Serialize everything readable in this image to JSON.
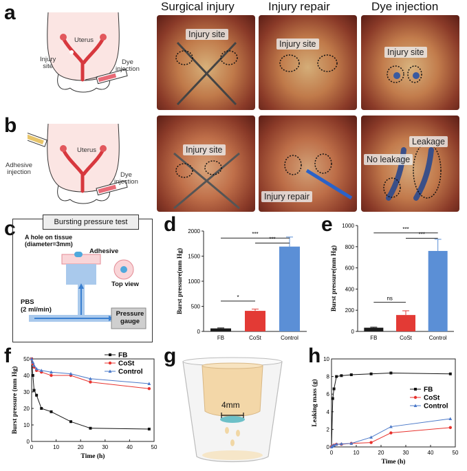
{
  "panels": {
    "a": {
      "label": "a",
      "uterus": "Uterus",
      "injury_site": "Injury\nsite",
      "dye_injection": "Dye\ninjection"
    },
    "b": {
      "label": "b",
      "uterus": "Uterus",
      "adhesive_injection": "Adhesive\ninjection",
      "dye_injection": "Dye\ninjection"
    },
    "c": {
      "label": "c",
      "title": "Bursting pressure test",
      "hole": "A hole on tissue\n(diameter=3mm)",
      "adhesive": "Adhesive",
      "top_view": "Top view",
      "pbs": "PBS\n(2 ml/min)",
      "gauge": "Pressure\ngauge"
    },
    "d": {
      "label": "d"
    },
    "e": {
      "label": "e"
    },
    "f": {
      "label": "f"
    },
    "g": {
      "label": "g",
      "dim": "4mm"
    },
    "h": {
      "label": "h"
    }
  },
  "photo_columns": [
    "Surgical injury",
    "Injury repair",
    "Dye injection"
  ],
  "photo_tags": {
    "a1": "Injury site",
    "a2": "Injury site",
    "a3": "Injury site",
    "b1": "Injury site",
    "b2": "Injury repair",
    "b3_left": "No leakage",
    "b3_right": "Leakage"
  },
  "colors": {
    "FB": "#111111",
    "CoSt": "#e8322d",
    "Control": "#4a78c8",
    "bar_FB": "#1a1a1a",
    "bar_CoSt": "#e33a35",
    "bar_Control": "#5b8fd6",
    "arrow_blue": "#3a7fd0"
  },
  "chart_data": [
    {
      "id": "d",
      "type": "bar",
      "categories": [
        "FB",
        "CoSt",
        "Control"
      ],
      "values": [
        60,
        410,
        1690
      ],
      "errors": [
        10,
        35,
        190
      ],
      "ylabel": "Burst pressure(mm Hg)",
      "ylim": [
        0,
        2000
      ],
      "yticks": [
        0,
        500,
        1000,
        1500,
        2000
      ],
      "significance": [
        {
          "from": 0,
          "to": 1,
          "label": "*"
        },
        {
          "from": 0,
          "to": 2,
          "label": "***"
        },
        {
          "from": 1,
          "to": 2,
          "label": "***"
        }
      ]
    },
    {
      "id": "e",
      "type": "bar",
      "categories": [
        "FB",
        "CoSt",
        "Control"
      ],
      "values": [
        35,
        155,
        760
      ],
      "errors": [
        5,
        40,
        110
      ],
      "ylabel": "Burst pressure(mm Hg)",
      "ylim": [
        0,
        1000
      ],
      "yticks": [
        0,
        200,
        400,
        600,
        800,
        1000
      ],
      "significance": [
        {
          "from": 0,
          "to": 1,
          "label": "ns"
        },
        {
          "from": 0,
          "to": 2,
          "label": "***"
        },
        {
          "from": 1,
          "to": 2,
          "label": "***"
        }
      ]
    },
    {
      "id": "f",
      "type": "line",
      "xlabel": "Time (h)",
      "ylabel": "Burst pressure (mm Hg)",
      "xlim": [
        0,
        50
      ],
      "ylim": [
        0,
        50
      ],
      "xticks": [
        0,
        10,
        20,
        30,
        40,
        50
      ],
      "yticks": [
        0,
        10,
        20,
        30,
        40,
        50
      ],
      "legend": "top-right",
      "series": [
        {
          "name": "FB",
          "marker": "square",
          "x": [
            0,
            0.5,
            1,
            2,
            4,
            8,
            16,
            24,
            48
          ],
          "y": [
            50,
            40,
            31,
            28,
            20,
            18,
            12,
            8,
            7.5
          ]
        },
        {
          "name": "CoSt",
          "marker": "circle",
          "x": [
            0,
            0.5,
            1,
            2,
            4,
            8,
            16,
            24,
            48
          ],
          "y": [
            50,
            47,
            45,
            43,
            42,
            40,
            40,
            36,
            32
          ]
        },
        {
          "name": "Control",
          "marker": "triangle",
          "x": [
            0,
            0.5,
            1,
            2,
            4,
            8,
            16,
            24,
            48
          ],
          "y": [
            50,
            48,
            46,
            44,
            43,
            42,
            41,
            38,
            35
          ]
        }
      ]
    },
    {
      "id": "h",
      "type": "line",
      "xlabel": "Time (h)",
      "ylabel": "Leaking mass (g)",
      "xlim": [
        0,
        50
      ],
      "ylim": [
        0,
        10
      ],
      "xticks": [
        0,
        10,
        20,
        30,
        40,
        50
      ],
      "yticks": [
        0,
        2,
        4,
        6,
        8,
        10
      ],
      "legend": "right",
      "series": [
        {
          "name": "FB",
          "marker": "square",
          "x": [
            0,
            0.5,
            1,
            2,
            4,
            8,
            16,
            24,
            48
          ],
          "y": [
            0,
            5.5,
            6.6,
            8.0,
            8.1,
            8.2,
            8.3,
            8.4,
            8.3
          ]
        },
        {
          "name": "CoSt",
          "marker": "circle",
          "x": [
            0,
            0.5,
            1,
            2,
            4,
            8,
            16,
            24,
            48
          ],
          "y": [
            0,
            0.1,
            0.2,
            0.3,
            0.3,
            0.4,
            0.5,
            1.6,
            2.2
          ]
        },
        {
          "name": "Control",
          "marker": "triangle",
          "x": [
            0,
            0.5,
            1,
            2,
            4,
            8,
            16,
            24,
            48
          ],
          "y": [
            0,
            0.1,
            0.2,
            0.3,
            0.35,
            0.4,
            1.1,
            2.3,
            3.2
          ]
        }
      ]
    }
  ]
}
